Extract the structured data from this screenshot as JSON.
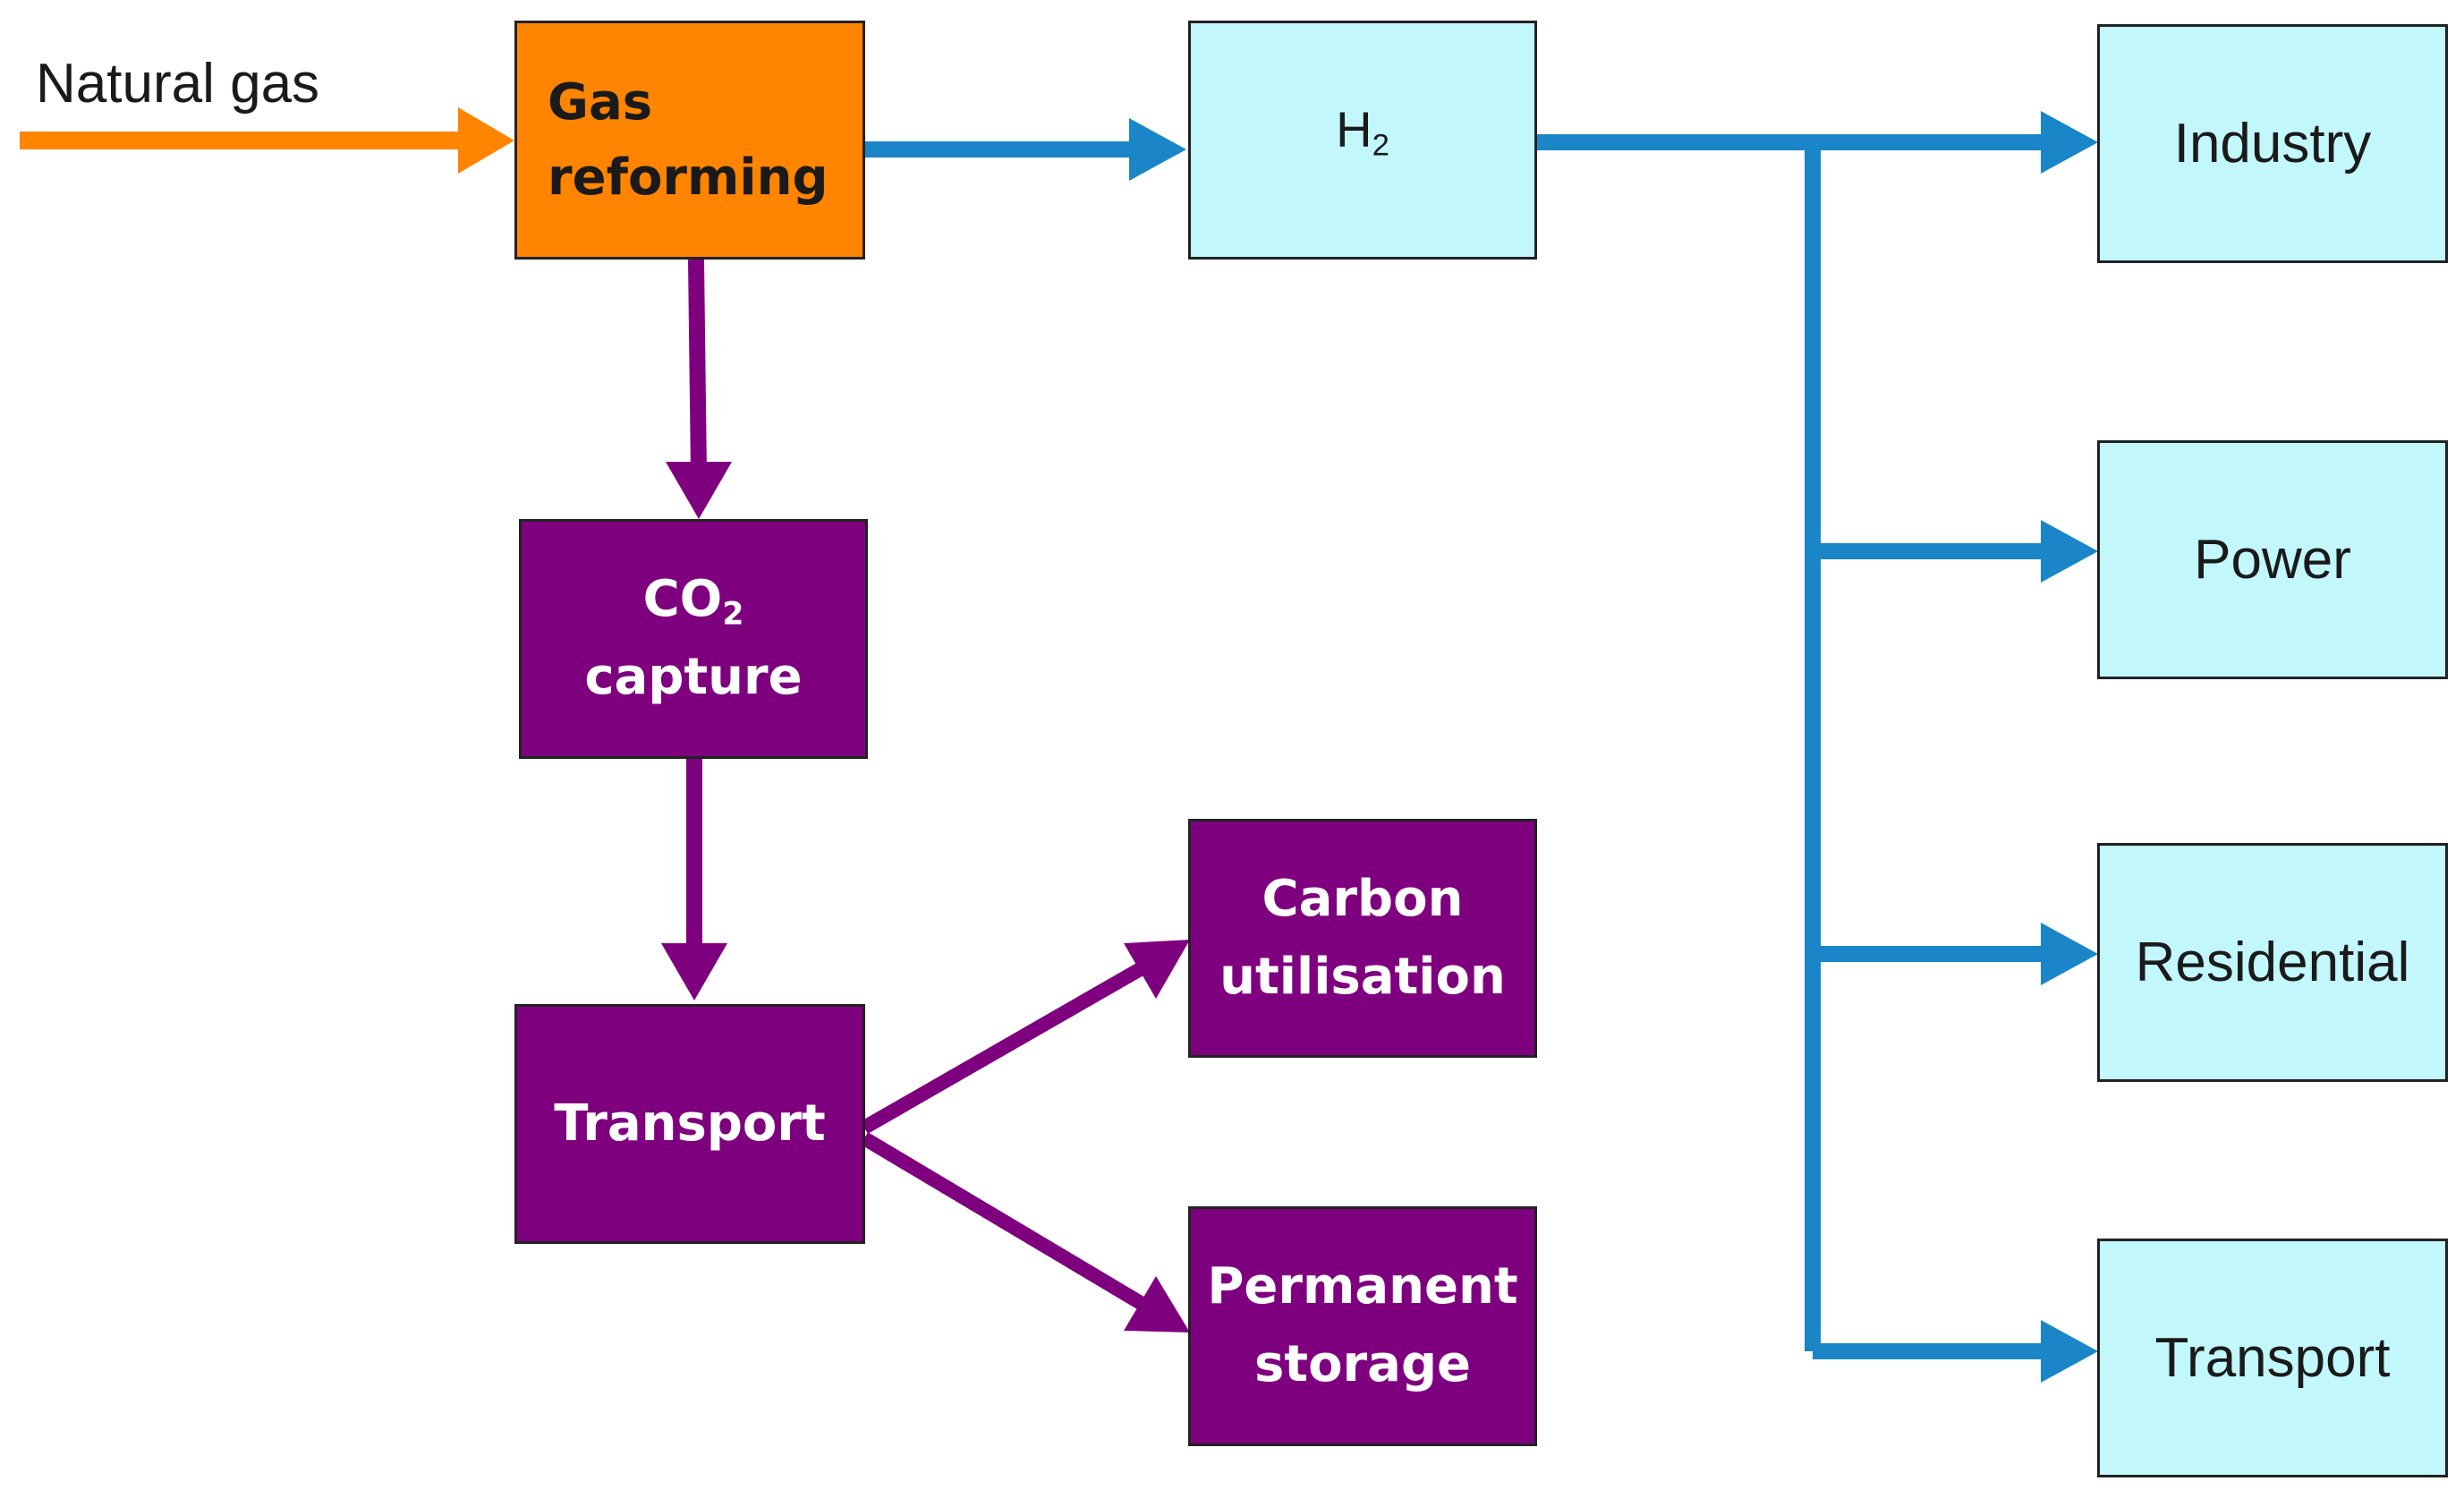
{
  "input_label": "Natural gas",
  "colors": {
    "orange": "#ff8400",
    "purple": "#7f007f",
    "blue": "#1a86c8",
    "cyan_fill": "#c2f7fb",
    "outline": "#222222"
  },
  "nodes": {
    "gas_reforming": {
      "label": "Gas\nreforming"
    },
    "h2": {
      "label": "H",
      "sub": "2"
    },
    "co2_capture": {
      "label": "CO",
      "sub": "2",
      "label2": "capture"
    },
    "transport_co2": {
      "label": "Transport"
    },
    "carbon_utilisation": {
      "label": "Carbon\nutilisation"
    },
    "permanent_storage": {
      "label": "Permanent\nstorage"
    },
    "industry": {
      "label": "Industry"
    },
    "power": {
      "label": "Power"
    },
    "residential": {
      "label": "Residential"
    },
    "transport_use": {
      "label": "Transport"
    }
  },
  "edges": [
    {
      "from": "natural_gas",
      "to": "gas_reforming",
      "color": "orange"
    },
    {
      "from": "gas_reforming",
      "to": "h2",
      "color": "blue"
    },
    {
      "from": "h2",
      "to": "industry",
      "color": "blue"
    },
    {
      "from": "h2",
      "to": "power",
      "color": "blue"
    },
    {
      "from": "h2",
      "to": "residential",
      "color": "blue"
    },
    {
      "from": "h2",
      "to": "transport_use",
      "color": "blue"
    },
    {
      "from": "gas_reforming",
      "to": "co2_capture",
      "color": "purple"
    },
    {
      "from": "co2_capture",
      "to": "transport_co2",
      "color": "purple"
    },
    {
      "from": "transport_co2",
      "to": "carbon_utilisation",
      "color": "purple"
    },
    {
      "from": "transport_co2",
      "to": "permanent_storage",
      "color": "purple"
    }
  ]
}
